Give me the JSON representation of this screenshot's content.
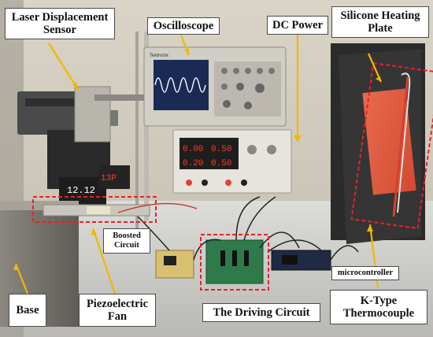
{
  "labels": {
    "laser_sensor": [
      "Laser Displacement",
      "Sensor"
    ],
    "oscilloscope": "Oscilloscope",
    "dc_power": "DC Power",
    "heating_plate": [
      "Silicone Heating",
      "Plate"
    ],
    "boosted_circuit": [
      "Boosted",
      "Circuit"
    ],
    "microcontroller": "microcontroller",
    "base": "Base",
    "piezo_fan": [
      "Piezoelectric",
      "Fan"
    ],
    "driving_circuit": "The Driving Circuit",
    "thermocouple": [
      "K-Type",
      "Thermocouple"
    ]
  },
  "oscilloscope_brand": "Tektronix",
  "power_readouts": [
    "0.00",
    "0.50",
    "0.20",
    "0.50"
  ],
  "controller_readout": "12.12",
  "controller_readout_2": "13P",
  "colors": {
    "dashed_box": "#e8202a",
    "arrow": "#f0b800",
    "heating_plate": "#e2583e",
    "wave": "#ffffff",
    "led": "#ff3b2a"
  }
}
